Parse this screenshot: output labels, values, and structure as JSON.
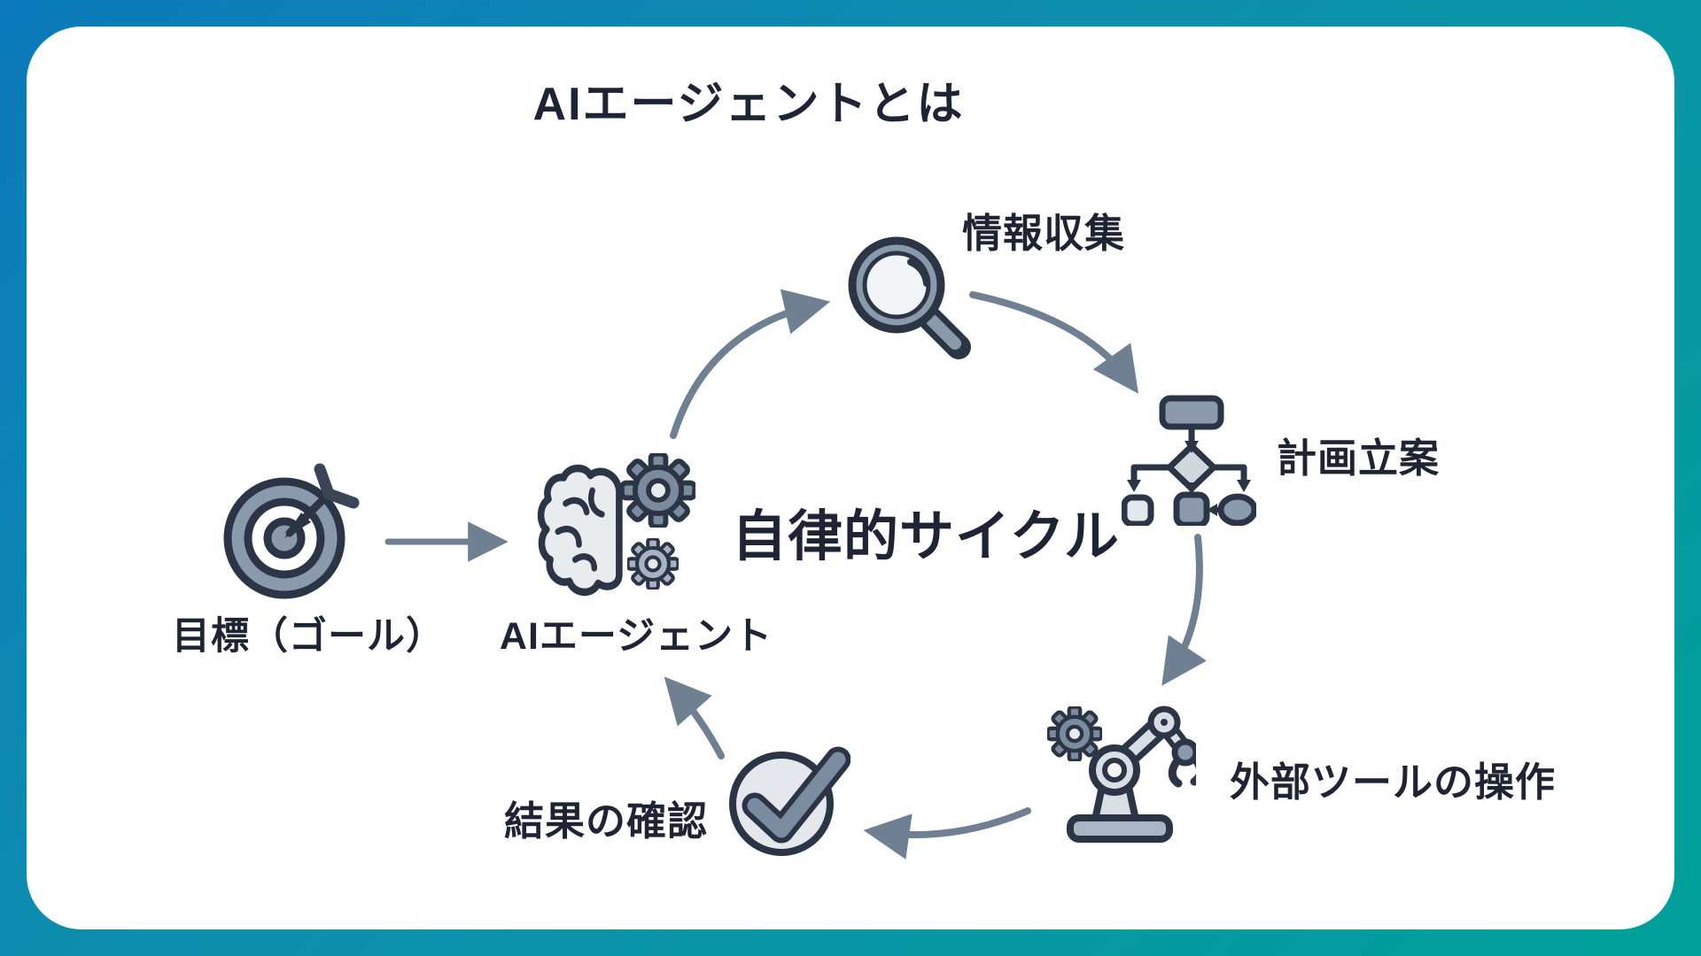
{
  "title": "AIエージェントとは",
  "diagram": {
    "center_label": "自律的サイクル",
    "goal": {
      "label": "目標（ゴール）",
      "icon": "target-icon"
    },
    "agent": {
      "label": "AIエージェント",
      "icon": "brain-gears-icon"
    },
    "steps": [
      {
        "label": "情報収集",
        "icon": "magnifier-icon"
      },
      {
        "label": "計画立案",
        "icon": "flowchart-icon"
      },
      {
        "label": "外部ツールの操作",
        "icon": "robot-arm-icon"
      },
      {
        "label": "結果の確認",
        "icon": "checkmark-icon"
      }
    ],
    "arrows": [
      {
        "from": "goal",
        "to": "agent"
      },
      {
        "from": "agent",
        "to": "情報収集"
      },
      {
        "from": "情報収集",
        "to": "計画立案"
      },
      {
        "from": "計画立案",
        "to": "外部ツールの操作"
      },
      {
        "from": "外部ツールの操作",
        "to": "結果の確認"
      },
      {
        "from": "結果の確認",
        "to": "agent"
      }
    ]
  },
  "colors": {
    "background_top_left": "#0b79ba",
    "background_bottom_right": "#00a099",
    "card": "#ffffff",
    "text": "#1e2433",
    "arrow": "#6f8093",
    "icon_outline": "#2b3545",
    "icon_fill_mid": "#8a99ab",
    "icon_fill_light": "#e9ecef"
  }
}
